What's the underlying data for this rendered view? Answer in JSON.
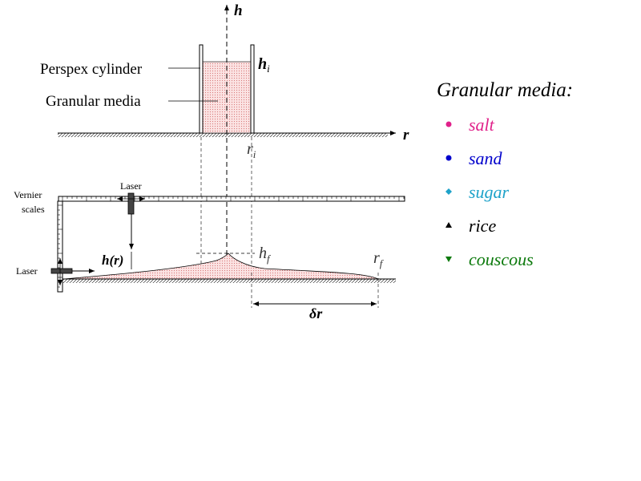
{
  "diagram": {
    "top": {
      "axis_h_label": "h",
      "axis_r_label": "r",
      "cylinder_label": "Perspex cylinder",
      "media_label": "Granular media",
      "hi_base": "h",
      "hi_sub": "i",
      "ri_base": "r",
      "ri_sub": "i"
    },
    "bottom": {
      "vernier_line1": "Vernier",
      "vernier_line2": "scales",
      "laser_top": "Laser",
      "laser_left": "Laser",
      "hr_label": "h(r)",
      "hf_base": "h",
      "hf_sub": "f",
      "rf_base": "r",
      "rf_sub": "f",
      "dr_label": "δr"
    }
  },
  "legend": {
    "title": "Granular media:",
    "items": [
      {
        "label": "salt",
        "color": "#e0218a",
        "marker": "circle"
      },
      {
        "label": "sand",
        "color": "#0000cc",
        "marker": "circle"
      },
      {
        "label": "sugar",
        "color": "#1ea2c9",
        "marker": "diamond"
      },
      {
        "label": "rice",
        "color": "#000000",
        "marker": "triangle-up"
      },
      {
        "label": "couscous",
        "color": "#0d7a0d",
        "marker": "triangle-down"
      }
    ]
  }
}
